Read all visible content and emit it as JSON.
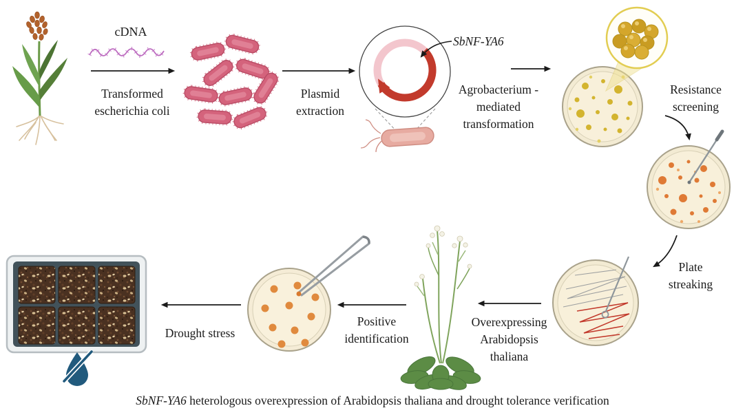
{
  "labels": {
    "cdna": "cDNA",
    "transformed_ecoli": "Transformed escherichia coli",
    "plasmid_extraction": "Plasmid extraction",
    "sbnf_ya6": "SbNF-YA6",
    "agro_transformation": "Agrobacterium -mediated transformation",
    "resistance_screening": "Resistance screening",
    "plate_streaking": "Plate streaking",
    "overexpressing_arabidopsis": "Overexpressing Arabidopsis thaliana",
    "positive_identification": "Positive identification",
    "drought_stress": "Drought stress"
  },
  "caption": {
    "gene": "SbNF-YA6",
    "text": " heterologous overexpression of Arabidopsis thaliana and drought tolerance verification"
  },
  "icons": {
    "no_water": "water-drop-with-slash",
    "zoom_callout": "colony-magnifier-circle"
  },
  "colors": {
    "insert_red": "#c23a2c",
    "bacteria_pink": "#d4637c",
    "plasmid_ring_pink": "#f3c6cd",
    "colony_yellow": "#d3b42f",
    "colony_orange": "#df7a35",
    "streak_red": "#c23a2c",
    "no_water_blue": "#215a7d"
  }
}
